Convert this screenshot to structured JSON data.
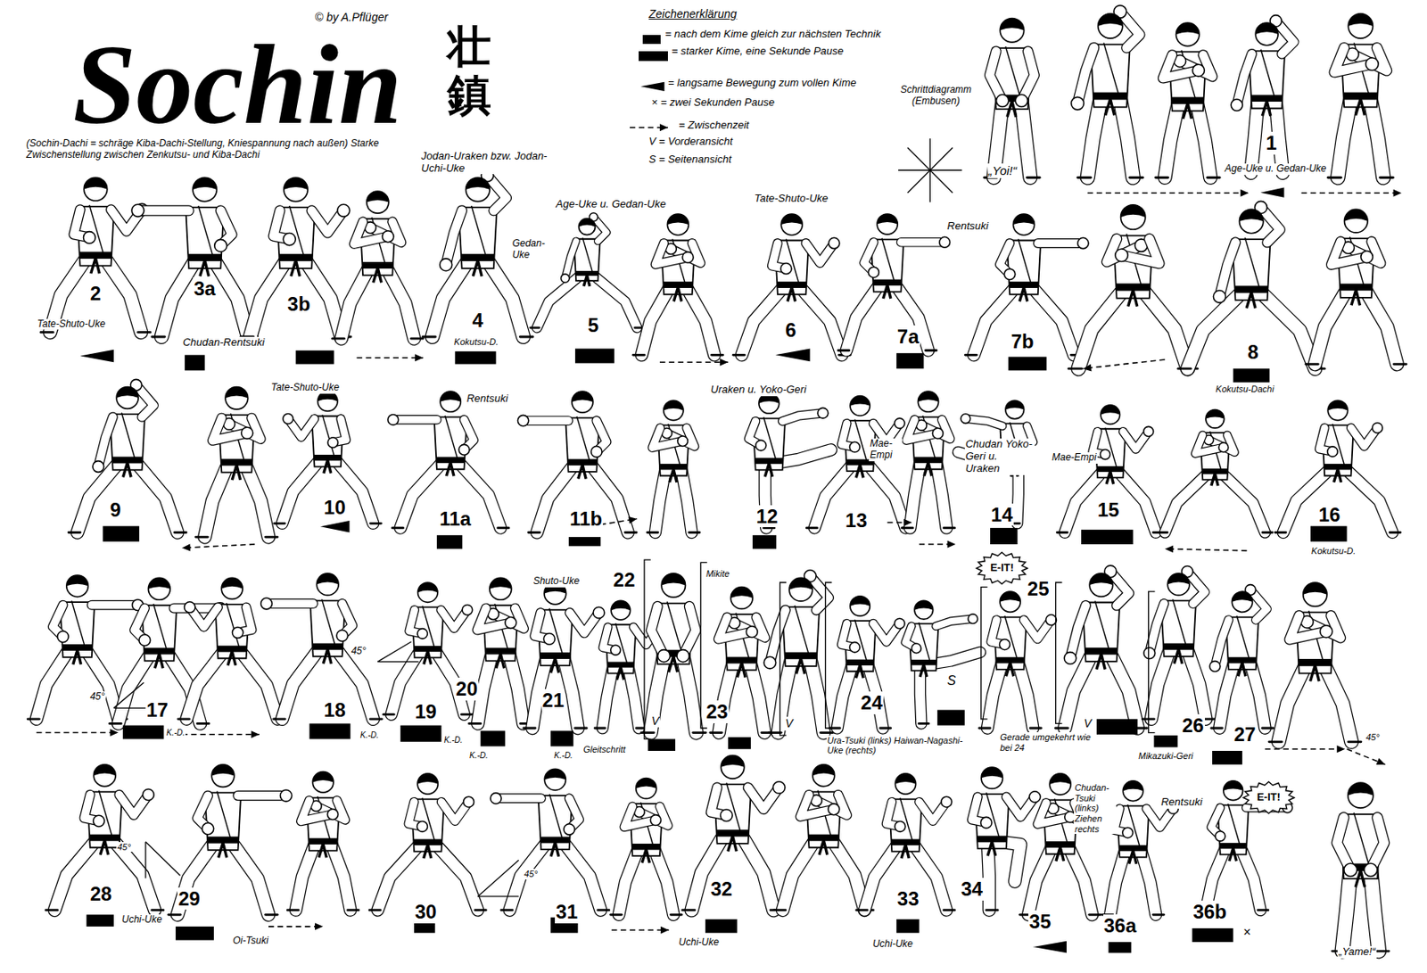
{
  "diagram": {
    "title": "Sochin",
    "nodes": [
      {
        "text": [
          "E-IT!"
        ]
      },
      {
        "text": [
          "E-IT!"
        ]
      }
    ],
    "labels": [
      "© by A.Pflüger",
      "壮鎮",
      "(Sochin-Dachi = schräge Kiba-Dachi-Stellung, Kniespannung nach außen) Starke Zwischenstellung zwischen Zenkutsu- und Kiba-Dachi",
      "Zeichenerklärung",
      "Schrittdiagramm (Embusen)",
      "Jodan-Uraken bzw. Jodan-Uchi-Uke",
      "„Yoi!“",
      "1",
      "Age-Uke u. Gedan-Uke",
      "Age-Uke u. Gedan-Uke",
      "Tate-Shuto-Uke",
      "Rentsuki",
      "Gedan-Uke",
      "2",
      "Tate-Shuto-Uke",
      "3a",
      "3b",
      "Chudan-Rentsuki",
      "4",
      "Kokutsu-D.",
      "5",
      "6",
      "7a",
      "7b",
      "8",
      "Kokutsu-Dachi",
      "9",
      "Tate-Shuto-Uke",
      "10",
      "Rentsuki",
      "11a",
      "11b",
      "Uraken u. Yoko-Geri",
      "12",
      "Mae-Empi",
      "13",
      "Chudan Yoko-Geri u. Uraken",
      "14",
      "Mae-Empi",
      "15",
      "16",
      "Kokutsu-D.",
      "45°",
      "17",
      "K.-D.",
      "18",
      "K.-D.",
      "45°",
      "19",
      "K.-D.",
      "20",
      "K.-D.",
      "Shuto-Uke",
      "21",
      "K.-D.",
      "22",
      "Mikite",
      "V",
      "Gleitschritt",
      "23",
      "V",
      "24",
      "S",
      "Ura-Tsuki (links) Haiwan-Nagashi-Uke (rechts)",
      "25",
      "V",
      "Gerade umgekehrt wie bei 24",
      "26",
      "Mikazuki-Geri",
      "27",
      "45°",
      "28",
      "Uchi-Uke",
      "45°",
      "29",
      "Oi-Tsuki",
      "30",
      "45°",
      "31",
      "Uchi-Uke",
      "32",
      "33",
      "Uchi-Uke",
      "34",
      "Chudan-Tsuki (links) Ziehen rechts",
      "35",
      "36a",
      "Rentsuki",
      "36b",
      "×",
      "„Yame!“"
    ],
    "legend": [
      {
        "text": "= nach dem Kime gleich zur nächsten Technik",
        "color": "#000000"
      },
      {
        "text": "= starker Kime, eine Sekunde Pause",
        "color": "#000000"
      },
      {
        "text": "= langsame Bewegung zum vollen Kime"
      },
      {
        "text": "× = zwei Sekunden Pause"
      },
      {
        "text": "= Zwischenzeit"
      },
      {
        "text": "V = Vorderansicht"
      },
      {
        "text": "S = Seitenansicht"
      }
    ]
  }
}
